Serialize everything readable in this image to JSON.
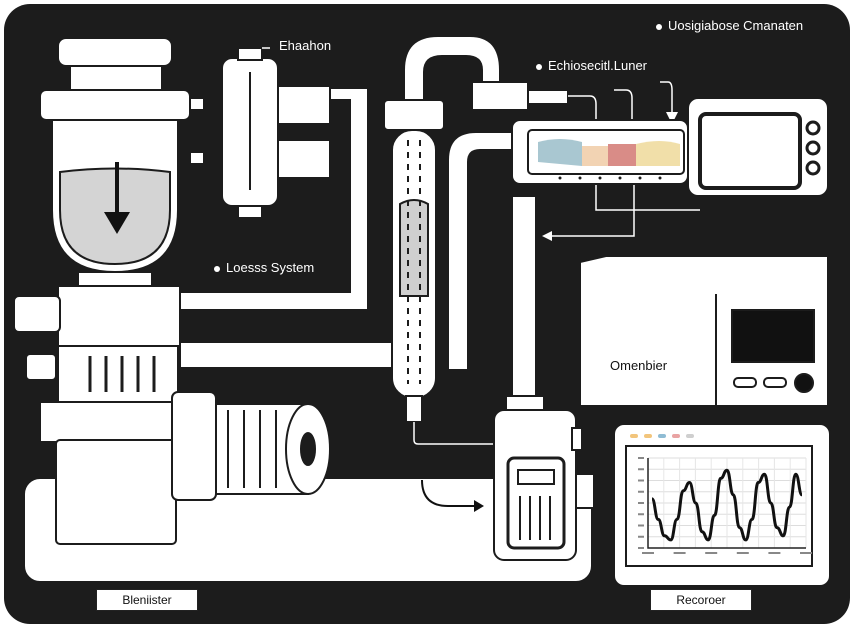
{
  "labels": {
    "top_right": "Uosigiabose Cmanaten",
    "ehaahon": "Ehaahon",
    "echo": "Echiosecitl.Luner",
    "system": "Loesss System",
    "omenbier": "Omenbier",
    "blenister": "Bleniister",
    "recoroer": "Recoroer"
  },
  "colors": {
    "background": "#1c1c1c",
    "component_fill": "#ffffff",
    "stroke": "#1c1c1c",
    "liquid": "#d4d4d4",
    "band_blue": "#a9c7d1",
    "band_peach": "#f2d3b3",
    "band_red": "#d98c87",
    "band_yellow": "#f1dfa9",
    "screen": "#111111"
  },
  "chart_data": {
    "type": "line",
    "title": "",
    "xlabel": "",
    "ylabel": "",
    "series": [
      {
        "values": [
          0.55,
          0.3,
          0.1,
          0.05,
          0.3,
          0.65,
          0.75,
          0.5,
          0.15,
          0.05,
          0.35,
          0.8,
          0.9,
          0.6,
          0.2,
          0.05,
          0.3,
          0.75,
          0.85,
          0.5,
          0.2,
          0.1,
          0.45,
          0.85,
          0.6
        ]
      }
    ],
    "ylim": [
      0,
      1
    ],
    "grid": true,
    "legend_colors": [
      "#f2c57c",
      "#f2c57c",
      "#8fbcd4",
      "#e9a3a3",
      "#cfcfcf"
    ]
  }
}
